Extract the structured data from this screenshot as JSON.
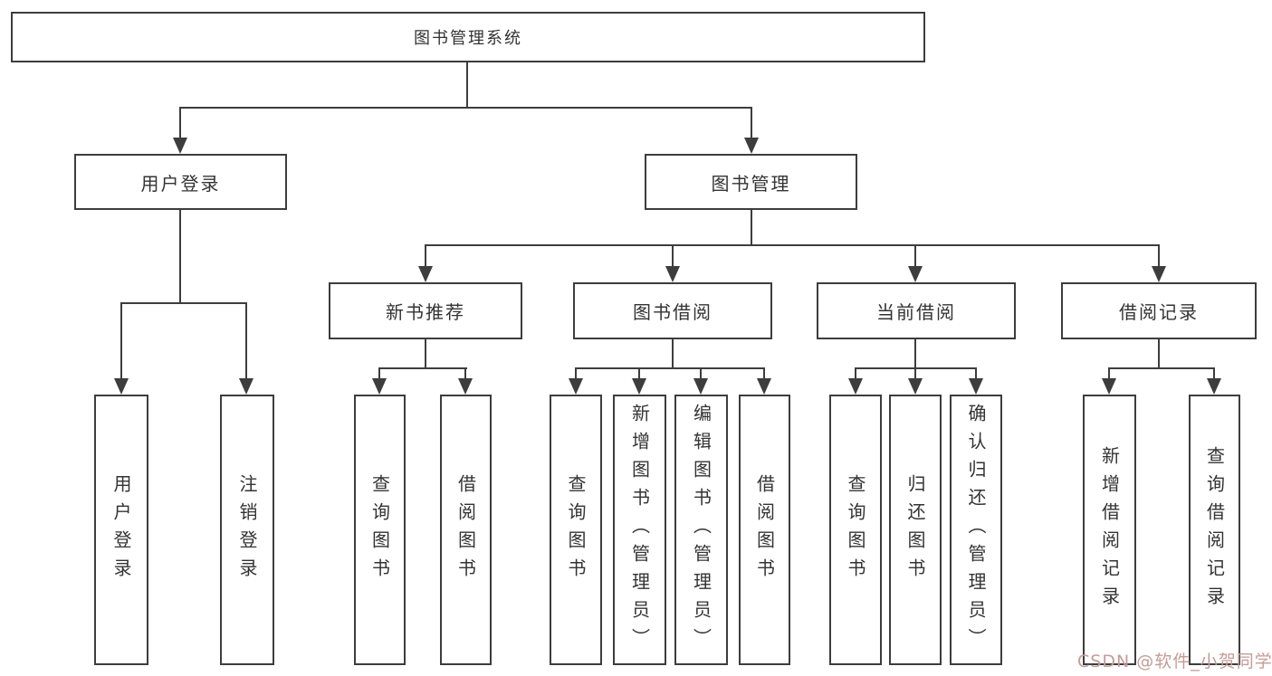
{
  "diagram": {
    "root": {
      "label": "图书管理系统"
    },
    "level2": {
      "user_login": {
        "label": "用户登录"
      },
      "book_mgmt": {
        "label": "图书管理"
      }
    },
    "level3": {
      "new_book": {
        "label": "新书推荐"
      },
      "book_borrow": {
        "label": "图书借阅"
      },
      "current_borrow": {
        "label": "当前借阅"
      },
      "borrow_record": {
        "label": "借阅记录"
      }
    },
    "leaves": {
      "user_login_leaf": {
        "label": "用户登录"
      },
      "logout": {
        "label": "注销登录"
      },
      "nb_query": {
        "label": "查询图书"
      },
      "nb_borrow": {
        "label": "借阅图书"
      },
      "bb_query": {
        "label": "查询图书"
      },
      "bb_add": {
        "label": "新增图书（管理员）"
      },
      "bb_edit": {
        "label": "编辑图书（管理员）"
      },
      "bb_borrow": {
        "label": "借阅图书"
      },
      "cb_query": {
        "label": "查询图书"
      },
      "cb_return": {
        "label": "归还图书"
      },
      "cb_confirm": {
        "label": "确认归还（管理员）"
      },
      "br_add": {
        "label": "新增借阅记录"
      },
      "br_query": {
        "label": "查询借阅记录"
      }
    }
  },
  "watermark": {
    "text": "CSDN @软件_小贺同学",
    "color": "#c49c98"
  },
  "colors": {
    "line": "#3d3d3d",
    "text": "#333333",
    "background": "#ffffff"
  }
}
